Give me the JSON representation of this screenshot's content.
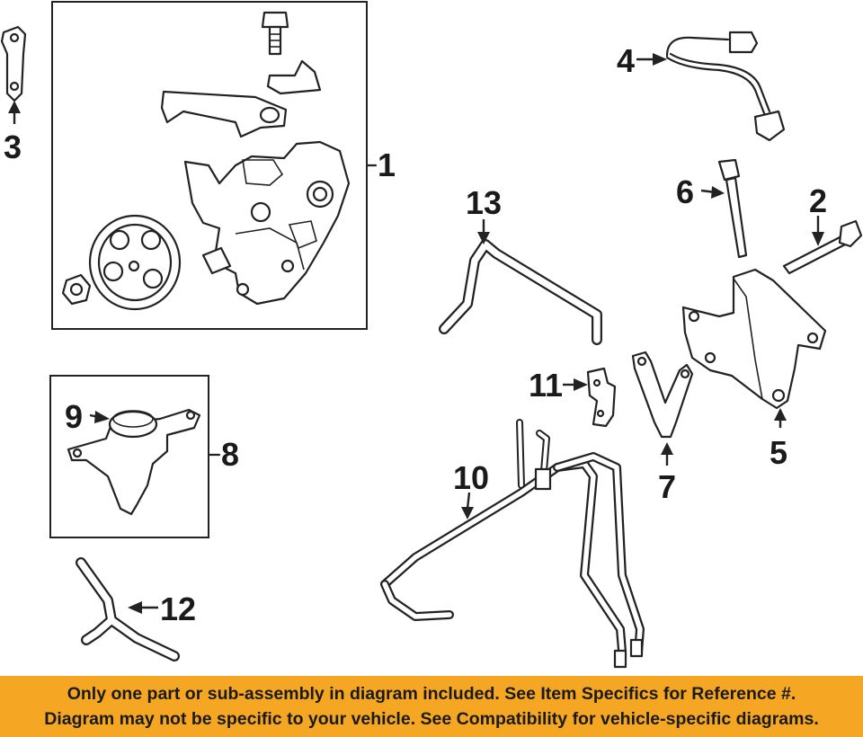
{
  "callouts": {
    "c1": "1",
    "c2": "2",
    "c3": "3",
    "c4": "4",
    "c5": "5",
    "c6": "6",
    "c7": "7",
    "c8": "8",
    "c9": "9",
    "c10": "10",
    "c11": "11",
    "c12": "12",
    "c13": "13"
  },
  "notice": {
    "line1": "Only one part or sub-assembly in diagram included. See Item Specifics for Reference #.",
    "line2": "Diagram may not be specific to your vehicle. See Compatibility for vehicle-specific diagrams."
  },
  "colors": {
    "banner": "#f5a623",
    "ink": "#222222"
  }
}
